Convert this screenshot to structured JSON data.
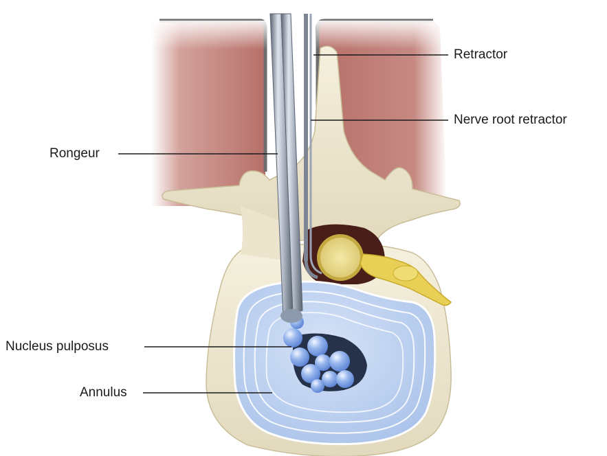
{
  "labels": {
    "retractor": "Retractor",
    "nerve_root_retractor": "Nerve root retractor",
    "rongeur": "Rongeur",
    "nucleus_pulposus": "Nucleus pulposus",
    "annulus": "Annulus"
  },
  "colors": {
    "muscle": "#b9726b",
    "bone": "#efe8d2",
    "disc": "#bcd0ef",
    "nucleus": "#8fb0ea",
    "nerve": "#e8cf55",
    "instrument": "#9aa4b4",
    "leader_line": "#1a1a1a"
  }
}
